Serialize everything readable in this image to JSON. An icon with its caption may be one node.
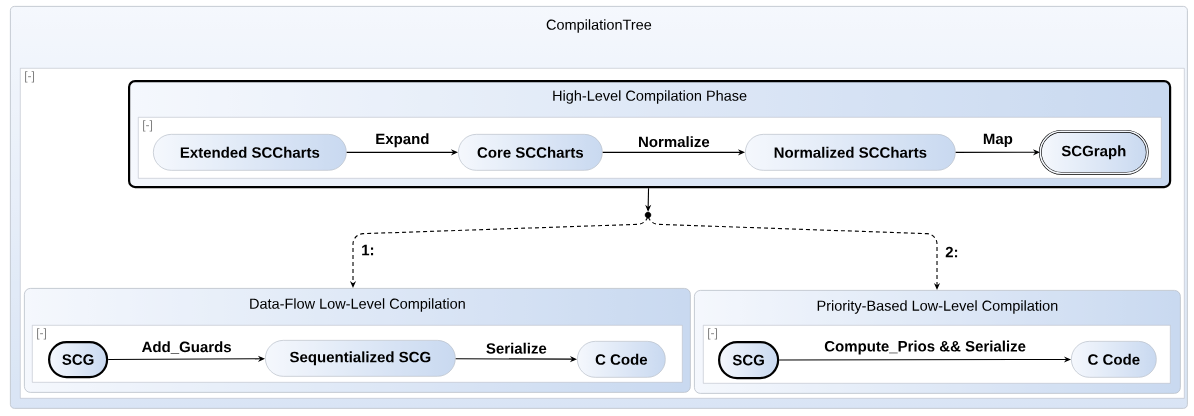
{
  "diagram": {
    "nodes": [
      {
        "text": [
          "CompilationTree"
        ]
      },
      {
        "text": [
          "[-]"
        ],
        "in": 0
      },
      {
        "text": [
          "High-Level Compilation Phase"
        ],
        "in": 1
      },
      {
        "text": [
          "[-]"
        ],
        "in": 2
      },
      {
        "text": [
          "Extended SCCharts"
        ],
        "in": 3
      },
      {
        "text": [
          "Core SCCharts"
        ],
        "in": 3
      },
      {
        "text": [
          "Normalized SCCharts"
        ],
        "in": 3
      },
      {
        "text": [
          "SCGraph"
        ],
        "in": 3
      },
      {
        "text": [],
        "shape": "circle",
        "in": 1
      },
      {
        "text": [
          "Data-Flow Low-Level Compilation"
        ],
        "in": 1
      },
      {
        "text": [
          "[-]"
        ],
        "in": 9
      },
      {
        "text": [
          "SCG"
        ],
        "in": 10
      },
      {
        "text": [
          "Sequentialized SCG"
        ],
        "in": 10
      },
      {
        "text": [
          "C Code"
        ],
        "in": 10
      },
      {
        "text": [
          "Priority-Based Low-Level Compilation"
        ],
        "in": 1
      },
      {
        "text": [
          "[-]"
        ],
        "in": 14
      },
      {
        "text": [
          "SCG"
        ],
        "in": 15
      },
      {
        "text": [
          "C Code"
        ],
        "in": 15
      }
    ],
    "edges": [
      {
        "from": 4,
        "to": 5,
        "arrow": "to",
        "label": "Expand"
      },
      {
        "from": 5,
        "to": 6,
        "arrow": "to",
        "label": "Normalize"
      },
      {
        "from": 6,
        "to": 7,
        "arrow": "to",
        "label": "Map"
      },
      {
        "from": 2,
        "to": 8,
        "arrow": "to"
      },
      {
        "from": 8,
        "to": 9,
        "arrow": "to",
        "label": "1:",
        "style": "dashed"
      },
      {
        "from": 8,
        "to": 14,
        "arrow": "to",
        "label": "2:",
        "style": "dashed"
      },
      {
        "from": 11,
        "to": 12,
        "arrow": "to",
        "label": "Add_Guards"
      },
      {
        "from": 12,
        "to": 13,
        "arrow": "to",
        "label": "Serialize"
      },
      {
        "from": 16,
        "to": 17,
        "arrow": "to",
        "label": "Compute_Prios && Serialize"
      }
    ]
  }
}
